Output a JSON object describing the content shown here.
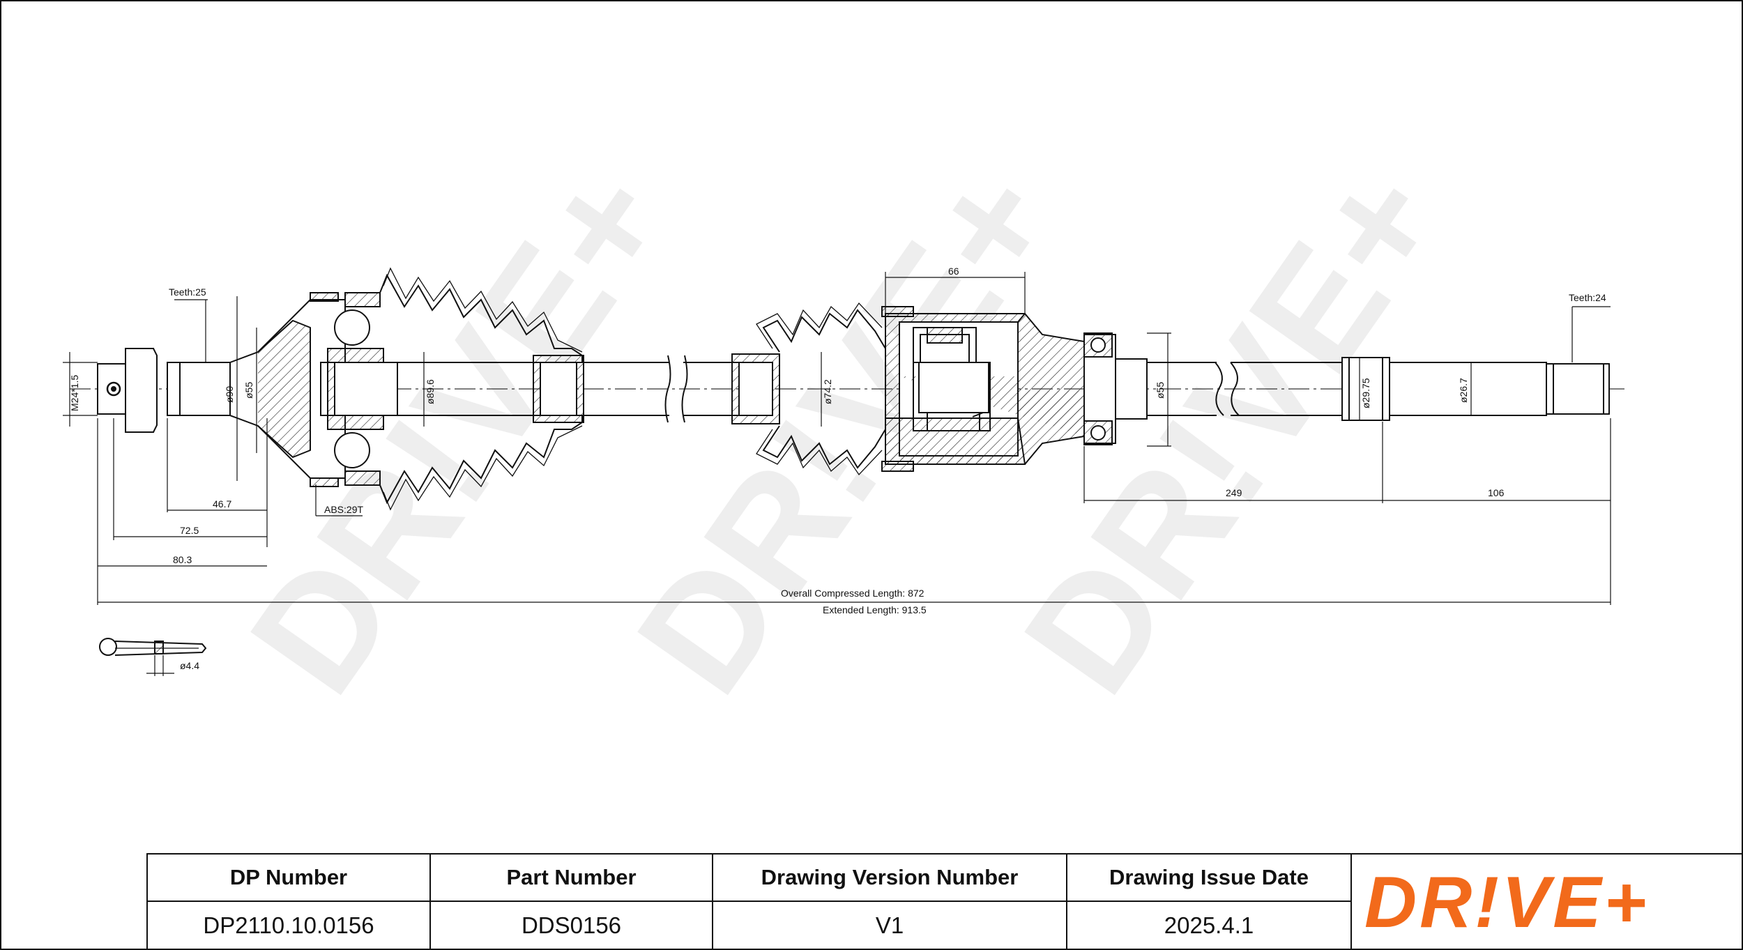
{
  "drawing": {
    "watermark": "DR!VE+",
    "dimensions": {
      "teeth_left": "Teeth:25",
      "teeth_right": "Teeth:24",
      "thread": "M24*1.5",
      "dia_90": "ø90",
      "dia_55_left": "ø55",
      "dia_89_6": "ø89.6",
      "abs": "ABS:29T",
      "len_46_7": "46.7",
      "len_72_5": "72.5",
      "len_80_3": "80.3",
      "len_66": "66",
      "dia_74_2": "ø74.2",
      "dia_55_right": "ø55",
      "dia_29_75": "ø29.75",
      "dia_26_7": "ø26.7",
      "len_249": "249",
      "len_106": "106",
      "overall": "Overall  Compressed  Length: 872",
      "extended": "Extended  Length: 913.5",
      "pin_dia": "ø4.4"
    }
  },
  "title_block": {
    "headers": [
      "DP Number",
      "Part Number",
      "Drawing Version Number",
      "Drawing Issue Date"
    ],
    "values": [
      "DP2110.10.0156",
      "DDS0156",
      "V1",
      "2025.4.1"
    ],
    "logo": "DR!VE+",
    "logo_color": "#f26a1b"
  }
}
